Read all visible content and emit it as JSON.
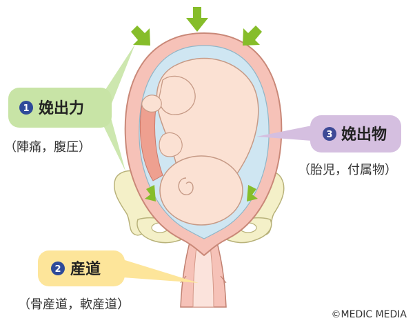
{
  "labels": {
    "force": {
      "number": "1",
      "title": "娩出力",
      "detail": "（陣痛，腹圧）"
    },
    "canal": {
      "number": "2",
      "title": "産道",
      "detail": "（骨産道，軟産道）"
    },
    "passenger": {
      "number": "3",
      "title": "娩出物",
      "detail": "（胎児，付属物）"
    }
  },
  "copyright": "©MEDIC MEDIA",
  "colors": {
    "force_bubble": "#c8e4a6",
    "force_badge": "#2e4a9a",
    "canal_bubble": "#fde59a",
    "canal_badge": "#2e4a9a",
    "passenger_bubble": "#d5bfe0",
    "passenger_badge": "#3d4a96",
    "arrow_green": "#86bd2a",
    "uterus_wall": "#f6c2b8",
    "amniotic": "#cfe6f2",
    "fetus_skin": "#fbe1d3",
    "bone": "#f4f0c8",
    "placenta": "#eea090"
  }
}
